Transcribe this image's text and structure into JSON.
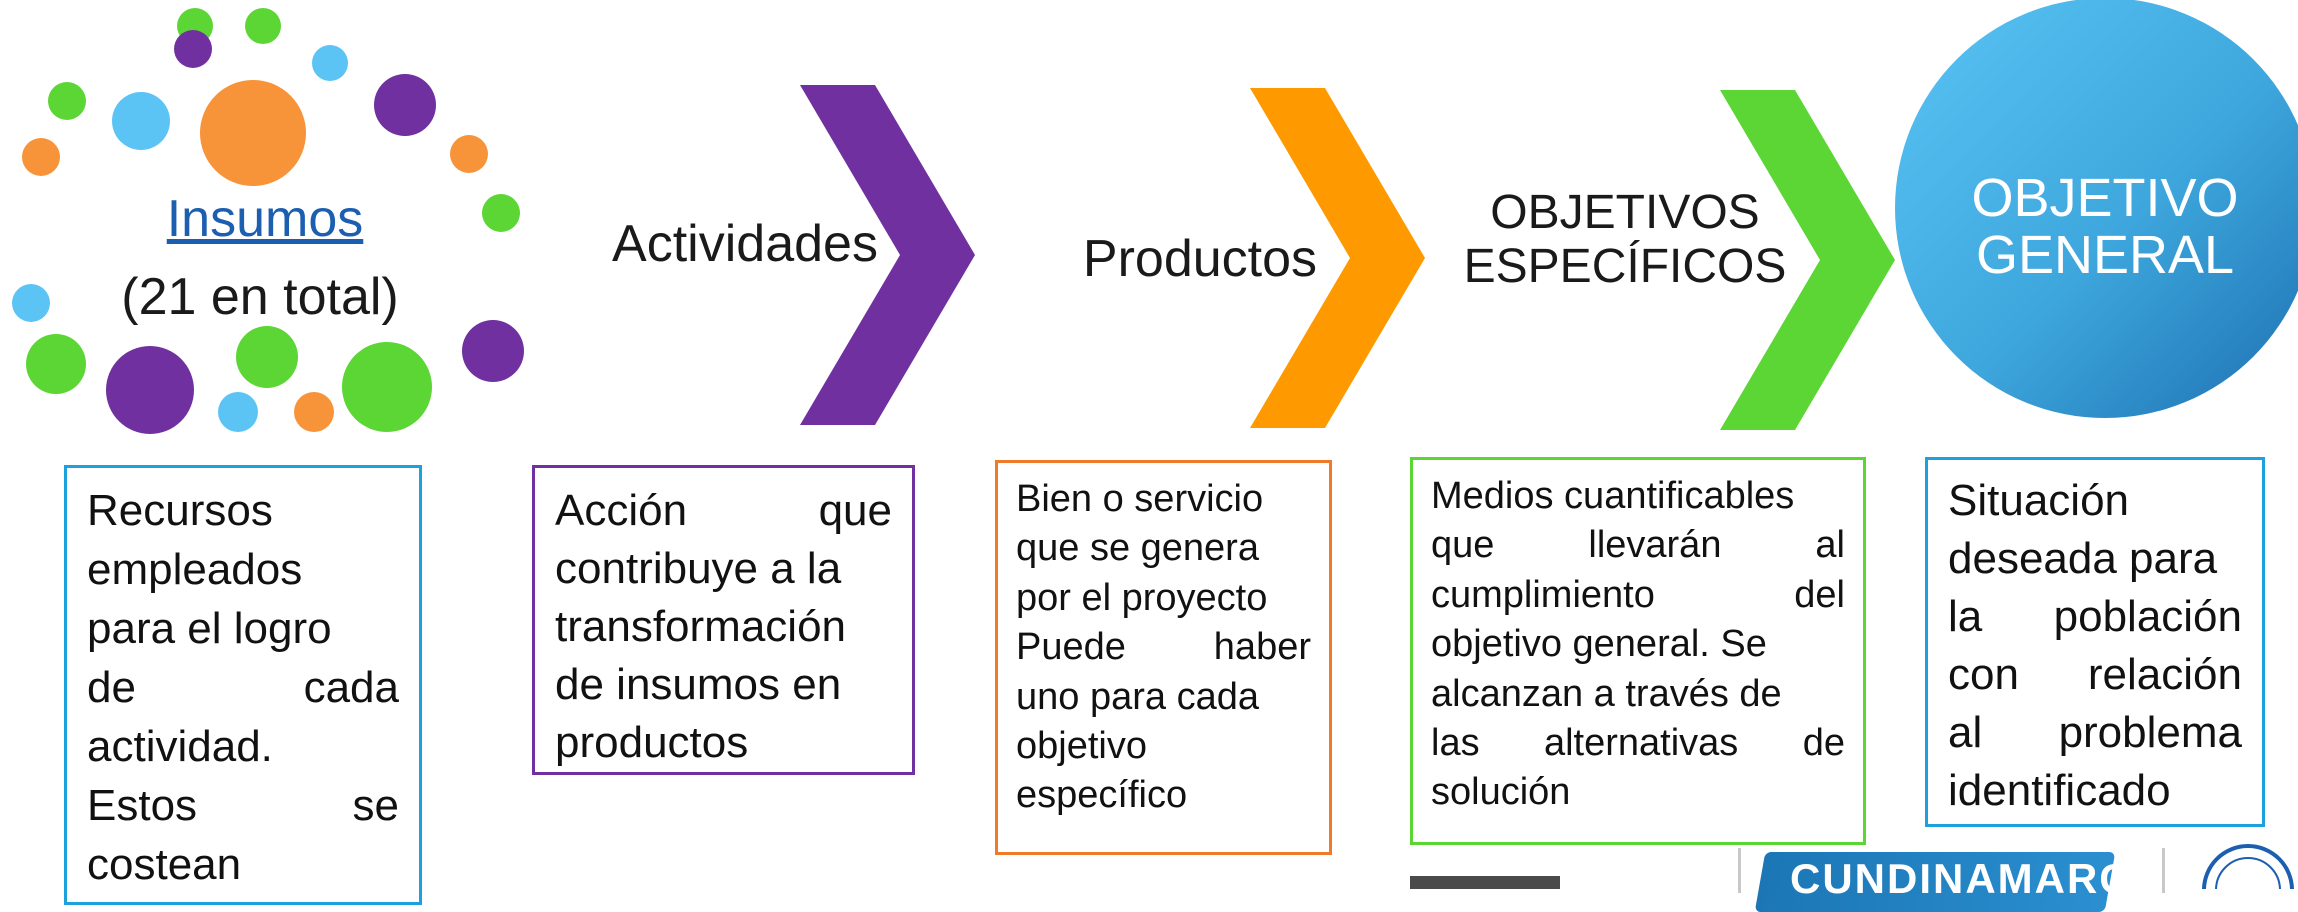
{
  "insumos": {
    "title": "Insumos",
    "subtitle": "(21 en total)"
  },
  "stages": {
    "actividades": "Actividades",
    "productos": "Productos",
    "obj_especificos": [
      "OBJETIVOS",
      "ESPECÍFICOS"
    ],
    "obj_general": [
      "OBJETIVO",
      "GENERAL"
    ]
  },
  "descriptions": {
    "insumos": [
      "Recursos",
      "empleados",
      "para el logro",
      "de cada",
      "actividad.",
      "Estos se",
      "costean"
    ],
    "actividades": [
      "Acción que",
      "contribuye a la",
      "transformación",
      "de insumos en",
      "productos"
    ],
    "productos": [
      "Bien o servicio",
      "que se genera",
      "por el proyecto",
      "Puede haber",
      "uno para cada",
      "objetivo",
      "específico"
    ],
    "obj_especificos": [
      "Medios cuantificables",
      "que llevarán al",
      "cumplimiento del",
      "objetivo general. Se",
      "alcanzan a través de",
      "las alternativas de",
      "solución"
    ],
    "obj_general": [
      "Situación",
      "deseada para",
      "la población",
      "con relación",
      "al problema",
      "identificado"
    ]
  },
  "logo": {
    "text": "CUNDINAMARCA"
  },
  "colors": {
    "purple": "#7030a0",
    "orange": "#ff9900",
    "green": "#5cd635",
    "light_blue": "#5bc4f5",
    "dot_orange": "#f7943a",
    "circle_start": "#5bc4f5",
    "circle_end": "#1c6fb0",
    "border_blue": "#1da1dc"
  }
}
